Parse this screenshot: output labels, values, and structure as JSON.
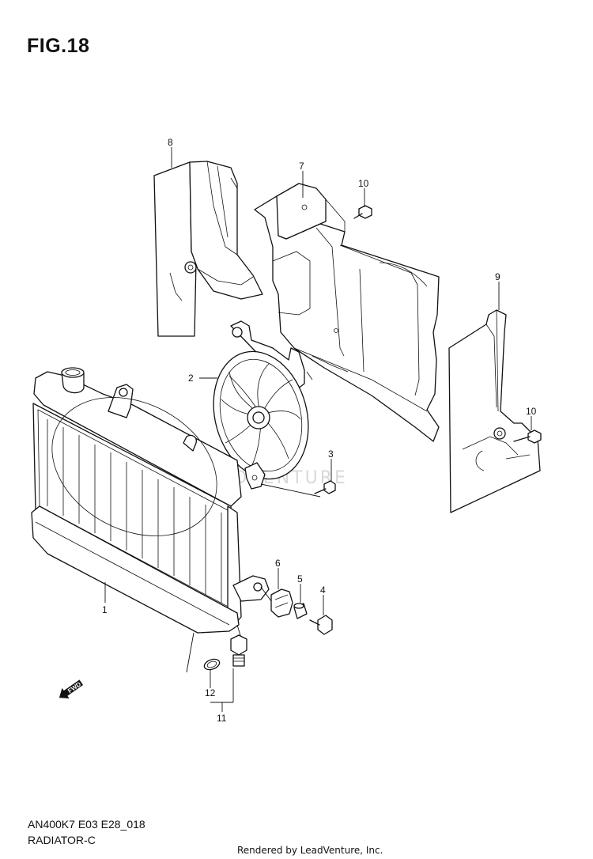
{
  "figure": {
    "title": "FIG.18"
  },
  "watermark": "LEADVENTURE",
  "footer": {
    "model_code": "AN400K7 E03 E28_018",
    "section_name": "RADIATOR-C",
    "credit": "Rendered by LeadVenture, Inc."
  },
  "direction_marker": {
    "label": "FWD"
  },
  "callouts": {
    "c1": "1",
    "c2": "2",
    "c3": "3",
    "c4": "4",
    "c5": "5",
    "c6": "6",
    "c7": "7",
    "c8": "8",
    "c9": "9",
    "c10a": "10",
    "c10b": "10",
    "c11": "11",
    "c12": "12"
  }
}
